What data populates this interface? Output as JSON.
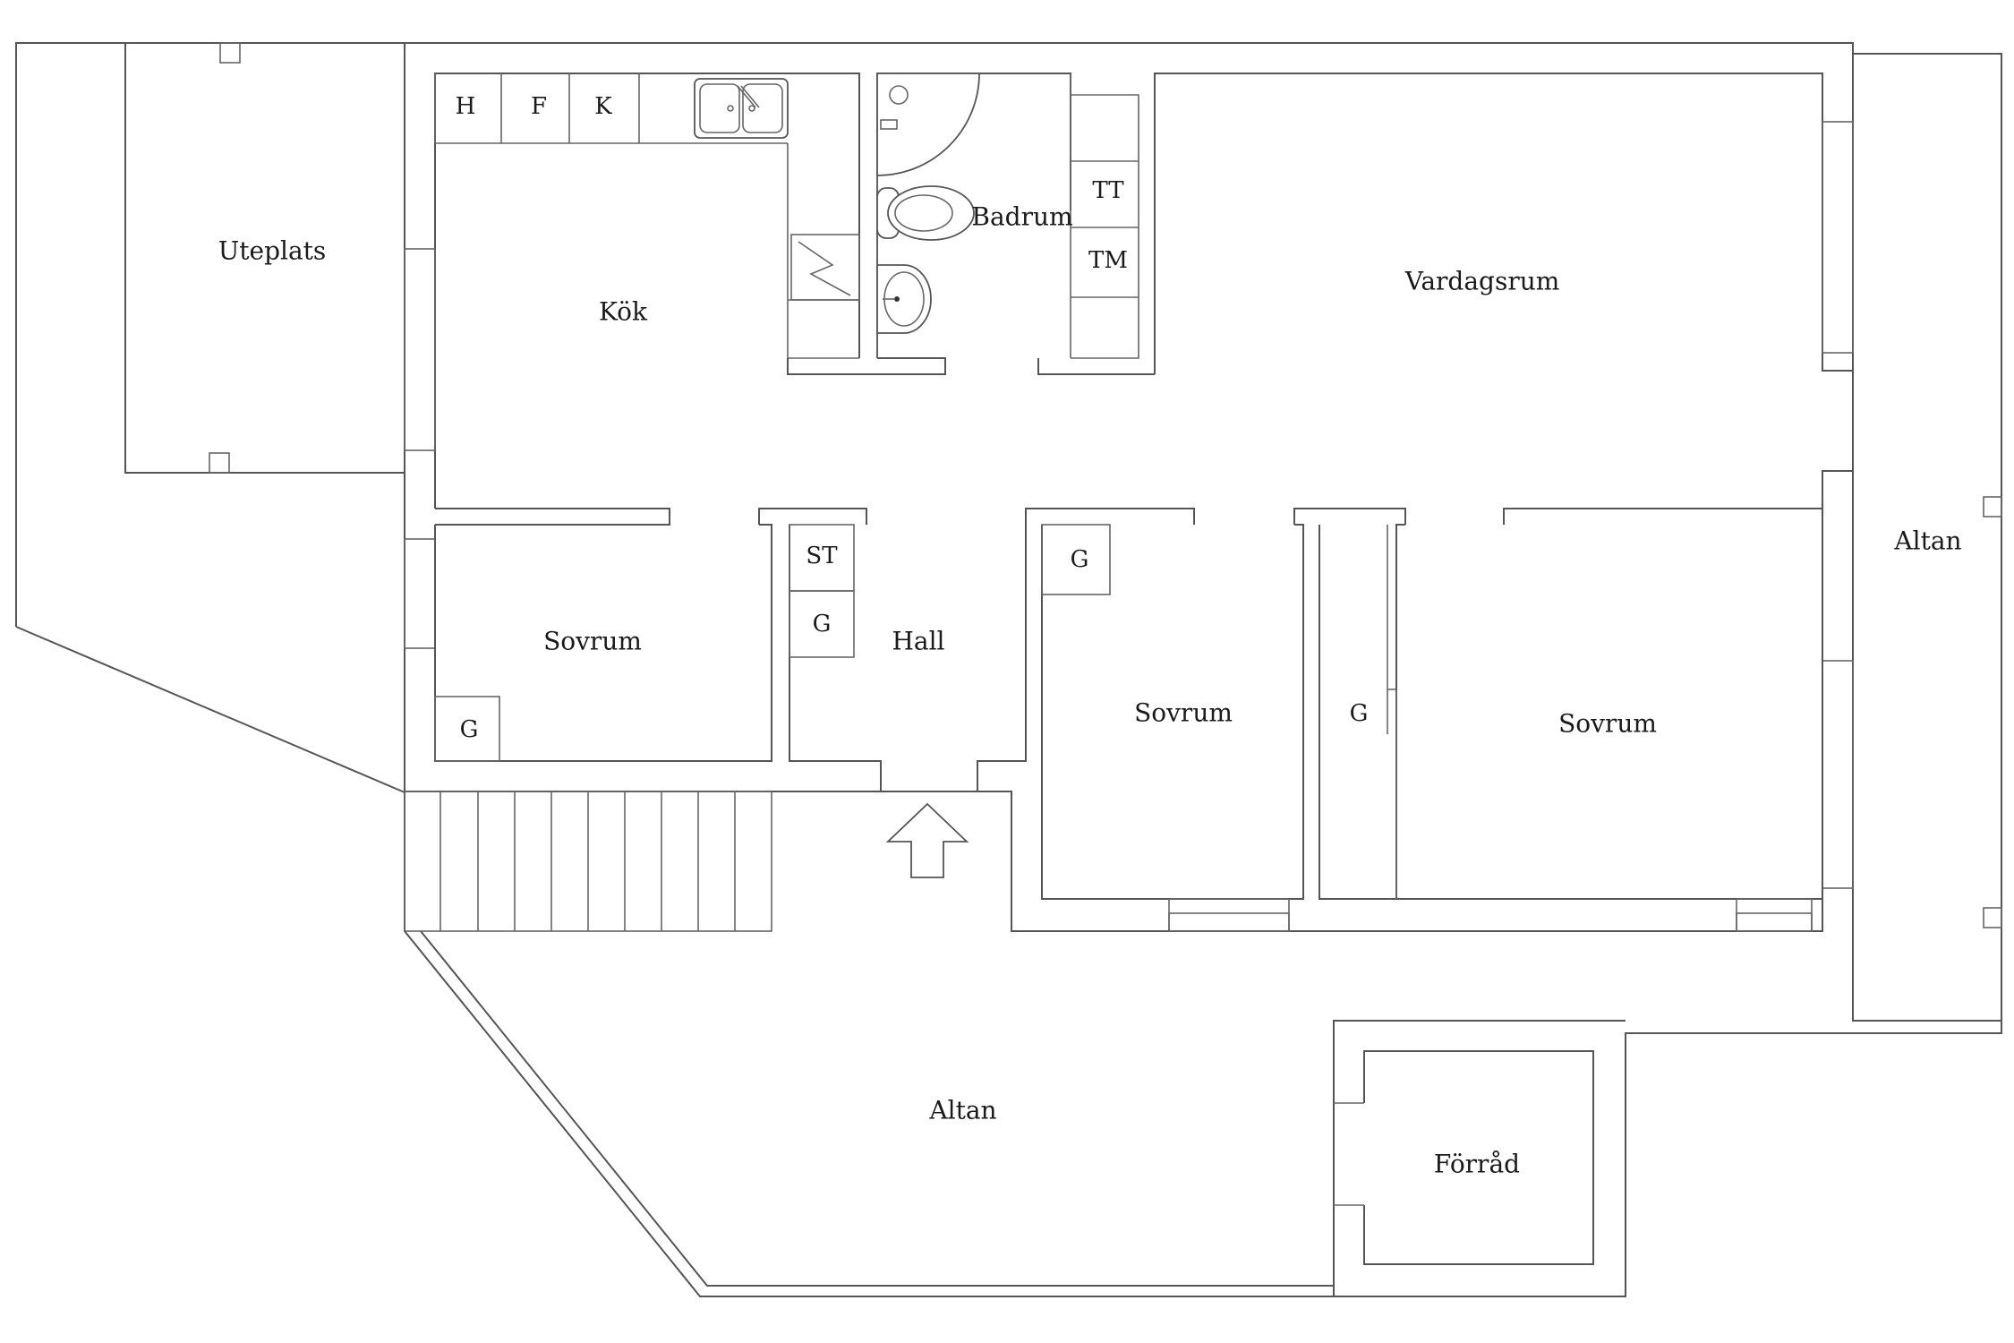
{
  "rooms": {
    "uteplats": "Uteplats",
    "kok": "Kök",
    "badrum": "Badrum",
    "vardagsrum": "Vardagsrum",
    "altan_right": "Altan",
    "sovrum_left": "Sovrum",
    "hall": "Hall",
    "sovrum_mid": "Sovrum",
    "sovrum_right": "Sovrum",
    "altan_bottom": "Altan",
    "forrad": "Förråd"
  },
  "fixtures": {
    "hob": "H",
    "freezer": "F",
    "fridge": "K",
    "washer": "TT",
    "dryer": "TM",
    "storage": "ST",
    "hall_wardrobe": "G",
    "wardrobe_sovrum_left": "G",
    "wardrobe_sovrum_mid": "G",
    "wardrobe_corridor": "G"
  },
  "icons": [
    "sink-icon",
    "shower-icon",
    "toilet-icon",
    "washbasin-icon",
    "fireplace-icon",
    "entrance-arrow-icon"
  ]
}
